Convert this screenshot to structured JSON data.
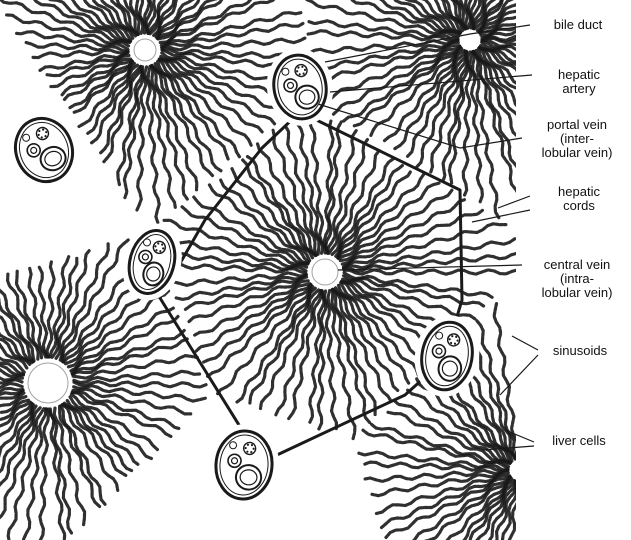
{
  "figure": {
    "subject": "liver lobule histology illustration",
    "ink_color": "#1a1a1a",
    "background_color": "#ffffff"
  },
  "labels": {
    "bile_duct": "bile duct",
    "hepatic_artery": "hepatic\nartery",
    "portal_vein": "portal vein\n(inter-\nlobular vein)",
    "hepatic_cords": "hepatic\ncords",
    "central_vein": "central vein\n(intra-\nlobular vein)",
    "sinusoids": "sinusoids",
    "liver_cells": "liver cells"
  }
}
